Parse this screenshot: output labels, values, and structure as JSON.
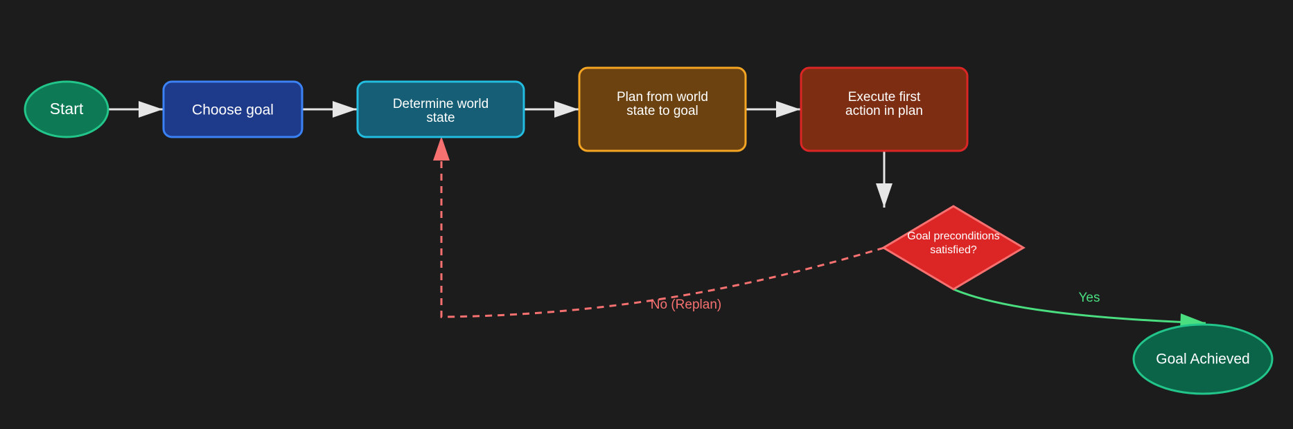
{
  "colors": {
    "background": "#1c1c1c",
    "edge": "#e6e6e6",
    "replan": "#f87171",
    "yes": "#4ade80"
  },
  "nodes": {
    "start": {
      "label": "Start",
      "fill": "#0d7a55",
      "stroke": "#22c58a"
    },
    "choose_goal": {
      "label": "Choose goal",
      "fill": "#1e3a8a",
      "stroke": "#3b82f6"
    },
    "determine_world_state": {
      "label_line1": "Determine world",
      "label_line2": "state",
      "fill": "#155e75",
      "stroke": "#22bde0"
    },
    "plan": {
      "label_line1": "Plan from world",
      "label_line2": "state to goal",
      "fill": "#6b4210",
      "stroke": "#f5a524"
    },
    "execute": {
      "label_line1": "Execute first",
      "label_line2": "action in plan",
      "fill": "#7c2d12",
      "stroke": "#dc2626"
    },
    "decision": {
      "label_line1": "Goal preconditions",
      "label_line2": "satisfied?",
      "fill": "#dc2626",
      "stroke": "#f87171"
    },
    "goal_achieved": {
      "label": "Goal Achieved",
      "fill": "#0b6348",
      "stroke": "#22c58a"
    }
  },
  "edges": {
    "no_label": "No (Replan)",
    "yes_label": "Yes"
  }
}
